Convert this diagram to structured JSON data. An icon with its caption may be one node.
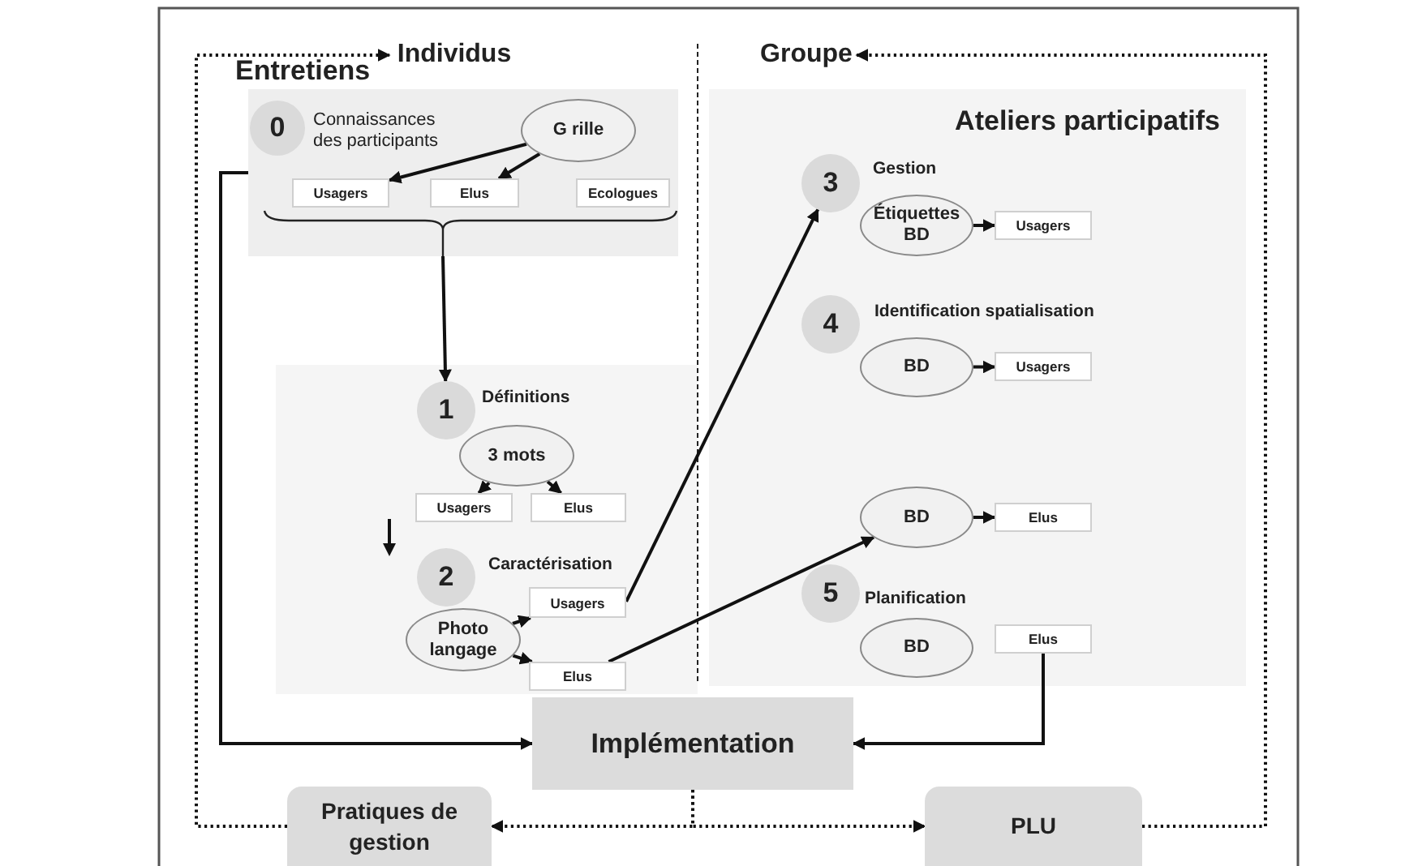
{
  "diagram": {
    "nodes": [
      {
        "text": [
          "Individus"
        ]
      },
      {
        "text": [
          "Groupe"
        ]
      },
      {
        "text": [
          "Entretiens"
        ]
      },
      {
        "text": [
          "0"
        ],
        "in": 2
      },
      {
        "text": [
          "G rille"
        ],
        "in": 2
      },
      {
        "text": [
          "Usagers"
        ],
        "in": 2
      },
      {
        "text": [
          "Elus"
        ],
        "in": 2
      },
      {
        "text": [
          "Ecologues"
        ],
        "in": 2
      },
      {
        "text": [],
        "shape": "box"
      },
      {
        "text": [
          "1"
        ],
        "in": 8
      },
      {
        "text": [
          "3 mots"
        ],
        "in": 8
      },
      {
        "text": [
          "Usagers"
        ],
        "in": 8
      },
      {
        "text": [
          "Elus"
        ],
        "in": 8
      },
      {
        "text": [
          "2"
        ],
        "in": 8
      },
      {
        "text": [
          "Photo langage"
        ],
        "in": 8
      },
      {
        "text": [
          "Usagers"
        ],
        "in": 8
      },
      {
        "text": [
          "Elus"
        ],
        "in": 8
      },
      {
        "text": [
          "Ateliers participatifs"
        ]
      },
      {
        "text": [
          "3"
        ],
        "in": 17
      },
      {
        "text": [
          "Étiquettes BD"
        ],
        "in": 17
      },
      {
        "text": [
          "Usagers"
        ],
        "in": 17
      },
      {
        "text": [
          "4"
        ],
        "in": 17
      },
      {
        "text": [
          "BD"
        ],
        "in": 17
      },
      {
        "text": [
          "Usagers"
        ],
        "in": 17
      },
      {
        "text": [
          "BD"
        ],
        "in": 17
      },
      {
        "text": [
          "Elus"
        ],
        "in": 17
      },
      {
        "text": [
          "5"
        ],
        "in": 17
      },
      {
        "text": [
          "BD"
        ],
        "in": 17
      },
      {
        "text": [
          "Elus"
        ],
        "in": 17
      },
      {
        "text": [
          "Implémentation"
        ]
      },
      {
        "text": [
          "Pratiques de gestion"
        ]
      },
      {
        "text": [
          "PLU"
        ]
      }
    ],
    "edges": [
      {
        "from": 4,
        "to": 5,
        "arrow": "to"
      },
      {
        "from": 4,
        "to": 6,
        "arrow": "to"
      },
      {
        "from": 2,
        "to": 9,
        "arrow": "to"
      },
      {
        "from": 10,
        "to": 11,
        "arrow": "to"
      },
      {
        "from": 10,
        "to": 12,
        "arrow": "to"
      },
      {
        "from": 14,
        "to": 15,
        "arrow": "to"
      },
      {
        "from": 14,
        "to": 16,
        "arrow": "to"
      },
      {
        "from": 15,
        "to": 18,
        "arrow": "to"
      },
      {
        "from": 16,
        "to": 24,
        "arrow": "to"
      },
      {
        "from": 19,
        "to": 20,
        "arrow": "to"
      },
      {
        "from": 22,
        "to": 23,
        "arrow": "to"
      },
      {
        "from": 24,
        "to": 25,
        "arrow": "to"
      },
      {
        "from": 28,
        "to": 29,
        "arrow": "to"
      },
      {
        "from": 2,
        "to": 29,
        "arrow": "to"
      },
      {
        "from": 29,
        "to": 30,
        "arrow": "to",
        "style": "dashed"
      },
      {
        "from": 29,
        "to": 31,
        "arrow": "to",
        "style": "dashed"
      },
      {
        "from": 30,
        "to": 0,
        "arrow": "to",
        "style": "dashed"
      },
      {
        "from": 31,
        "to": 1,
        "arrow": "to",
        "style": "dashed"
      }
    ],
    "labels": [
      "Connaissances des participants",
      "Gestion",
      "Identification spatialisation",
      "Définitions",
      "Caractérisation",
      "Planification"
    ]
  }
}
